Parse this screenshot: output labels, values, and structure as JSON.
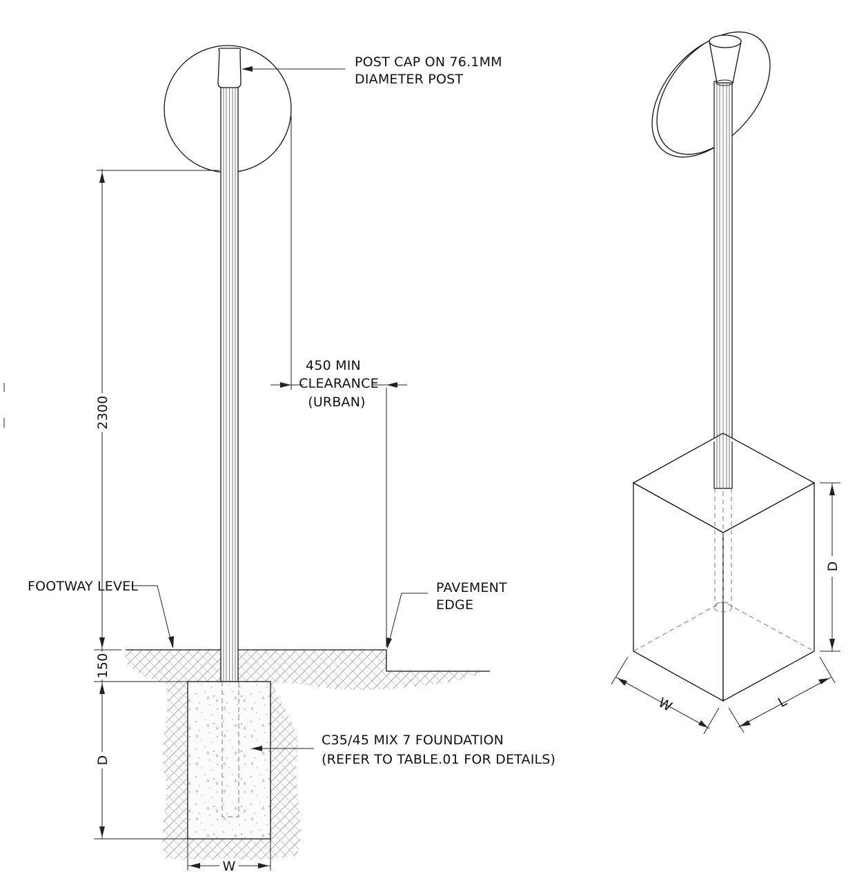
{
  "elevation": {
    "post_cap_label_line1": "POST CAP ON 76.1MM",
    "post_cap_label_line2": "DIAMETER POST",
    "clearance_line1": "450 MIN",
    "clearance_line2": "CLEARANCE",
    "clearance_line3": "(URBAN)",
    "footway_label": "FOOTWAY LEVEL",
    "pavement_line1": "PAVEMENT",
    "pavement_line2": "EDGE",
    "foundation_line1": "C35/45 MIX 7 FOUNDATION",
    "foundation_line2": "(REFER TO TABLE.01 FOR DETAILS)",
    "dim_height": "2300",
    "dim_kerb": "150",
    "dim_depth": "D",
    "dim_width": "W"
  },
  "isometric": {
    "dim_depth": "D",
    "dim_width": "W",
    "dim_length": "L"
  }
}
